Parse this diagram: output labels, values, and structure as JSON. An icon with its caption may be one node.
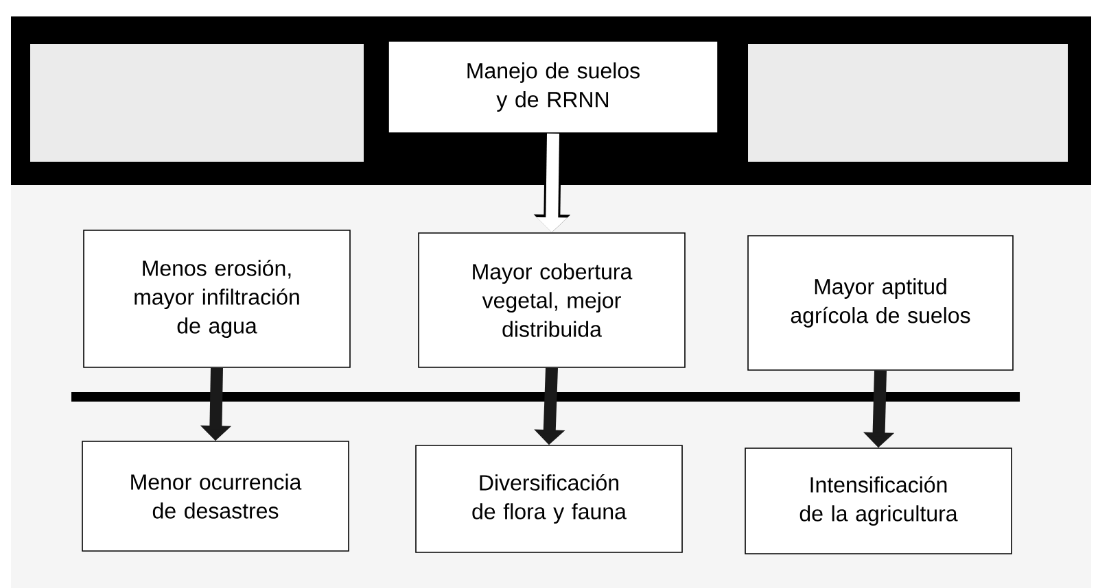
{
  "diagram": {
    "nodes": [
      {
        "text": [
          "Manejo de suelos y de RRNN"
        ]
      },
      {
        "text": [
          "Menos erosión, mayor infiltración de agua"
        ]
      },
      {
        "text": [
          "Mayor cobertura vegetal, mejor distribuida"
        ]
      },
      {
        "text": [
          "Mayor aptitud agrícola de suelos"
        ]
      },
      {
        "text": [
          "Menor ocurrencia de desastres"
        ]
      },
      {
        "text": [
          "Diversificación de flora y fauna"
        ]
      },
      {
        "text": [
          "Intensificación de la agricultura"
        ]
      }
    ],
    "edges": [
      {
        "from": 0,
        "to": 2,
        "arrow": "to",
        "color": "#ffffff"
      },
      {
        "from": 1,
        "to": 4,
        "arrow": "to"
      },
      {
        "from": 2,
        "to": 5,
        "arrow": "to"
      },
      {
        "from": 3,
        "to": 6,
        "arrow": "to"
      }
    ]
  }
}
